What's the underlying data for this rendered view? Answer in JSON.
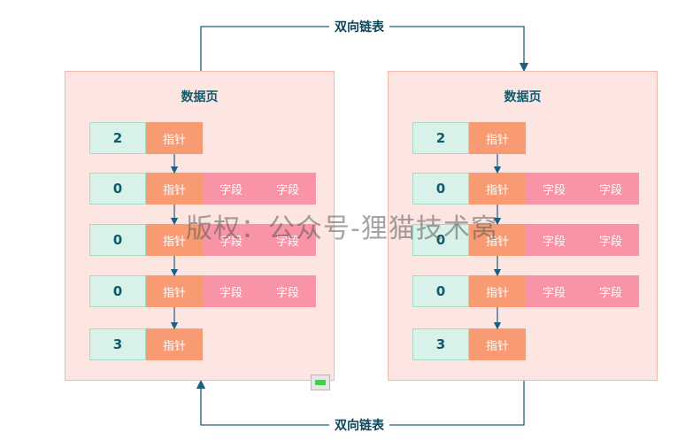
{
  "top_link_label": "双向链表",
  "bottom_link_label": "双向链表",
  "watermark": "版权：公众号-狸猫技术窝",
  "pages": [
    {
      "title": "数据页",
      "rows": [
        {
          "num": "2",
          "pointer": "指针",
          "fields": []
        },
        {
          "num": "0",
          "pointer": "指针",
          "fields": [
            "字段",
            "字段"
          ]
        },
        {
          "num": "0",
          "pointer": "指针",
          "fields": [
            "字段",
            "字段"
          ]
        },
        {
          "num": "0",
          "pointer": "指针",
          "fields": [
            "字段",
            "字段"
          ]
        },
        {
          "num": "3",
          "pointer": "指针",
          "fields": []
        }
      ]
    },
    {
      "title": "数据页",
      "rows": [
        {
          "num": "2",
          "pointer": "指针",
          "fields": []
        },
        {
          "num": "0",
          "pointer": "指针",
          "fields": [
            "字段",
            "字段"
          ]
        },
        {
          "num": "0",
          "pointer": "指针",
          "fields": [
            "字段",
            "字段"
          ]
        },
        {
          "num": "0",
          "pointer": "指针",
          "fields": [
            "字段",
            "字段"
          ]
        },
        {
          "num": "3",
          "pointer": "指针",
          "fields": []
        }
      ]
    }
  ],
  "colors": {
    "page_bg": "#fde6e1",
    "num_bg": "#d8f2e9",
    "pointer_bg": "#f89a72",
    "field_bg": "#f993a6",
    "arrow": "#1c5f82",
    "title_text": "#0e5b6e"
  }
}
